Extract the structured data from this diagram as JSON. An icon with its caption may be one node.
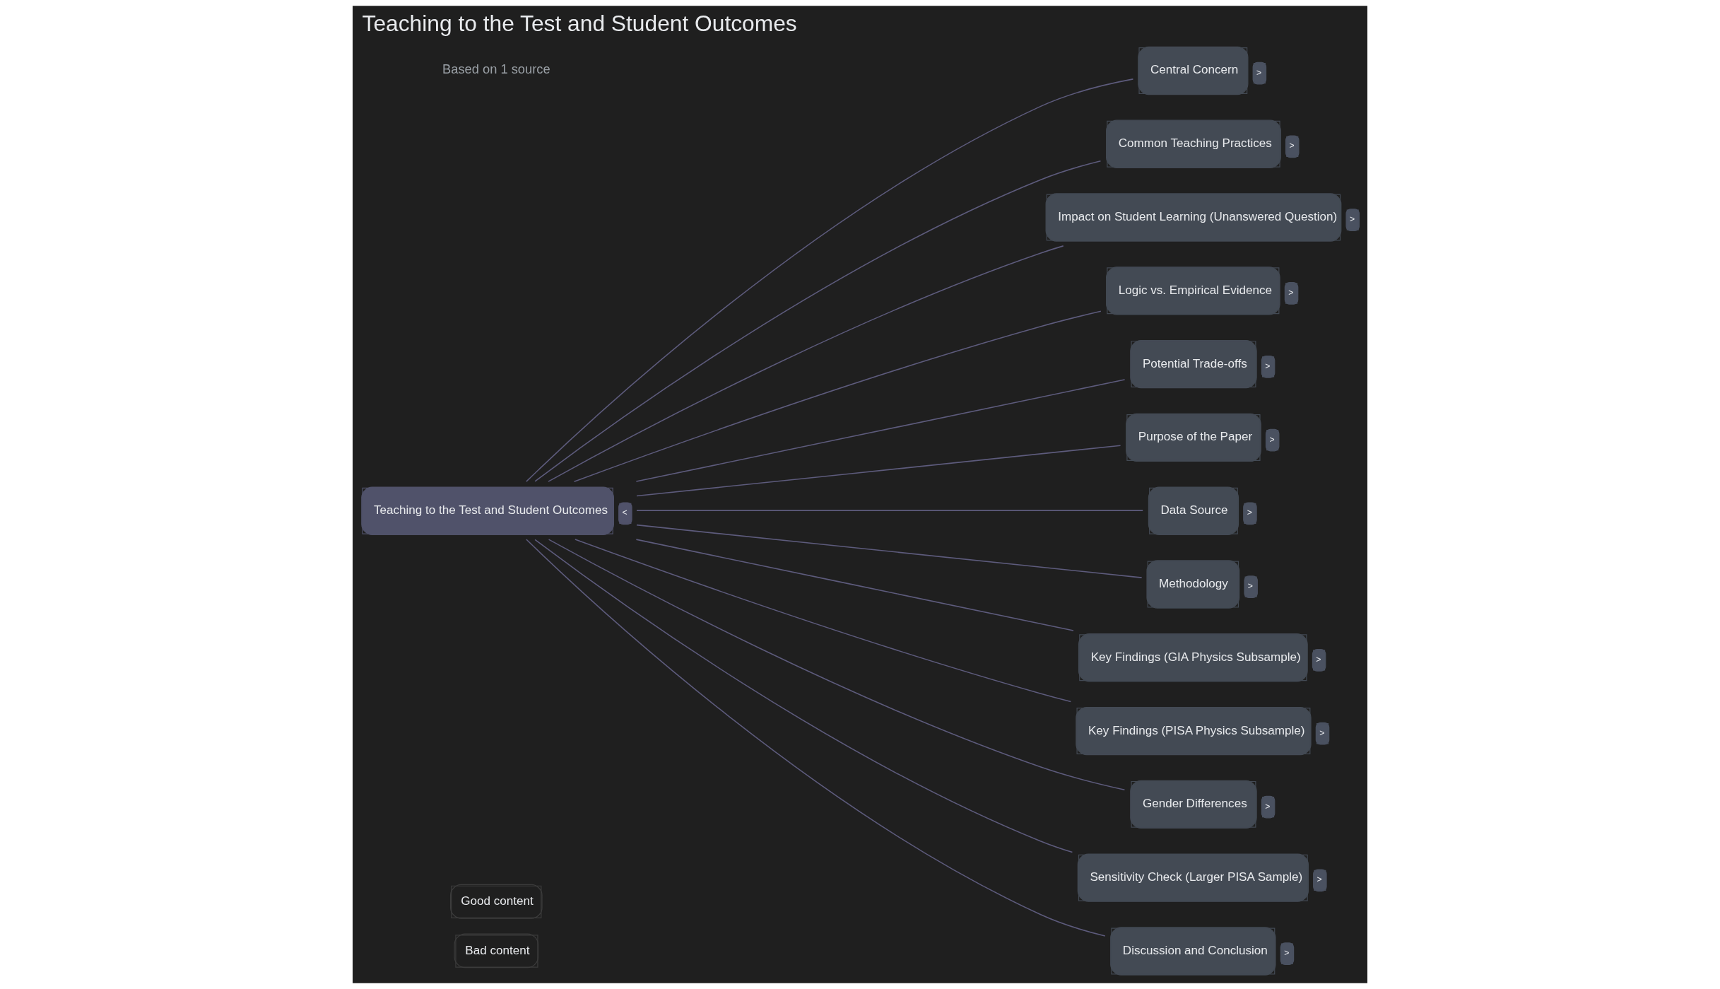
{
  "diagram": {
    "title": "Teaching to the Test and Student Outcomes",
    "nodes": [
      {
        "text": [
          "Teaching to the Test and Student Outcomes"
        ],
        "beside": [
          "<"
        ]
      },
      {
        "text": [
          "Central Concern"
        ],
        "beside": [
          ">"
        ]
      },
      {
        "text": [
          "Common Teaching Practices"
        ],
        "beside": [
          ">"
        ]
      },
      {
        "text": [
          "Impact on Student Learning (Unanswered Question)"
        ],
        "beside": [
          ">"
        ]
      },
      {
        "text": [
          "Logic vs. Empirical Evidence"
        ],
        "beside": [
          ">"
        ]
      },
      {
        "text": [
          "Potential Trade-offs"
        ],
        "beside": [
          ">"
        ]
      },
      {
        "text": [
          "Purpose of the Paper"
        ],
        "beside": [
          ">"
        ]
      },
      {
        "text": [
          "Data Source"
        ],
        "beside": [
          ">"
        ]
      },
      {
        "text": [
          "Methodology"
        ],
        "beside": [
          ">"
        ]
      },
      {
        "text": [
          "Key Findings (GIA Physics Subsample)"
        ],
        "beside": [
          ">"
        ]
      },
      {
        "text": [
          "Key Findings (PISA Physics Subsample)"
        ],
        "beside": [
          ">"
        ]
      },
      {
        "text": [
          "Gender Differences"
        ],
        "beside": [
          ">"
        ]
      },
      {
        "text": [
          "Sensitivity Check (Larger PISA Sample)"
        ],
        "beside": [
          ">"
        ]
      },
      {
        "text": [
          "Discussion and Conclusion"
        ],
        "beside": [
          ">"
        ]
      }
    ],
    "edges": [
      {
        "from": 0,
        "to": 1,
        "arrow": "none"
      },
      {
        "from": 0,
        "to": 2,
        "arrow": "none"
      },
      {
        "from": 0,
        "to": 3,
        "arrow": "none"
      },
      {
        "from": 0,
        "to": 4,
        "arrow": "none"
      },
      {
        "from": 0,
        "to": 5,
        "arrow": "none"
      },
      {
        "from": 0,
        "to": 6,
        "arrow": "none"
      },
      {
        "from": 0,
        "to": 7,
        "arrow": "none"
      },
      {
        "from": 0,
        "to": 8,
        "arrow": "none"
      },
      {
        "from": 0,
        "to": 9,
        "arrow": "none"
      },
      {
        "from": 0,
        "to": 10,
        "arrow": "none"
      },
      {
        "from": 0,
        "to": 11,
        "arrow": "none"
      },
      {
        "from": 0,
        "to": 12,
        "arrow": "none"
      },
      {
        "from": 0,
        "to": 13,
        "arrow": "none"
      }
    ],
    "labels": [
      "Based on 1 source",
      "Good content",
      "Bad content"
    ]
  }
}
